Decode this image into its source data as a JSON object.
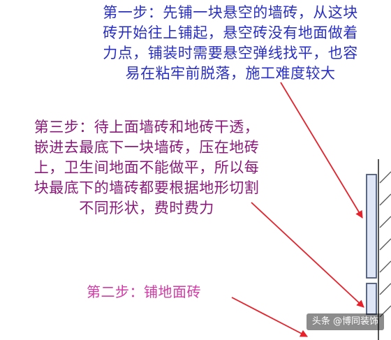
{
  "notes": {
    "step1": {
      "lines": [
        "第一步：先铺一块悬空的墙砖，从这块",
        "砖开始往上铺起，悬空砖没有地面做着",
        "力点，铺装时需要悬空弹线找平，也容",
        "易在粘牢前脱落，施工难度较大"
      ],
      "color": "#2a2fc4"
    },
    "step3": {
      "lines": [
        "第三步：待上面墙砖和地砖干透，",
        "嵌进去最底下一块墙砖，压在地砖",
        "上，卫生间地面不能做平，所以每",
        "块最底下的墙砖都要根据地形切割",
        "不同形状，费时费力"
      ],
      "color": "#8a1a7a"
    },
    "step2": {
      "text": "第二步：铺地面砖",
      "color": "#d23aa6"
    }
  },
  "colors": {
    "arrow": "#e8202a",
    "tile_stroke": "#4b5a7a",
    "tile_fill": "#dfe6f5",
    "wall": "#555555"
  },
  "watermark": "头条 @博同装饰"
}
